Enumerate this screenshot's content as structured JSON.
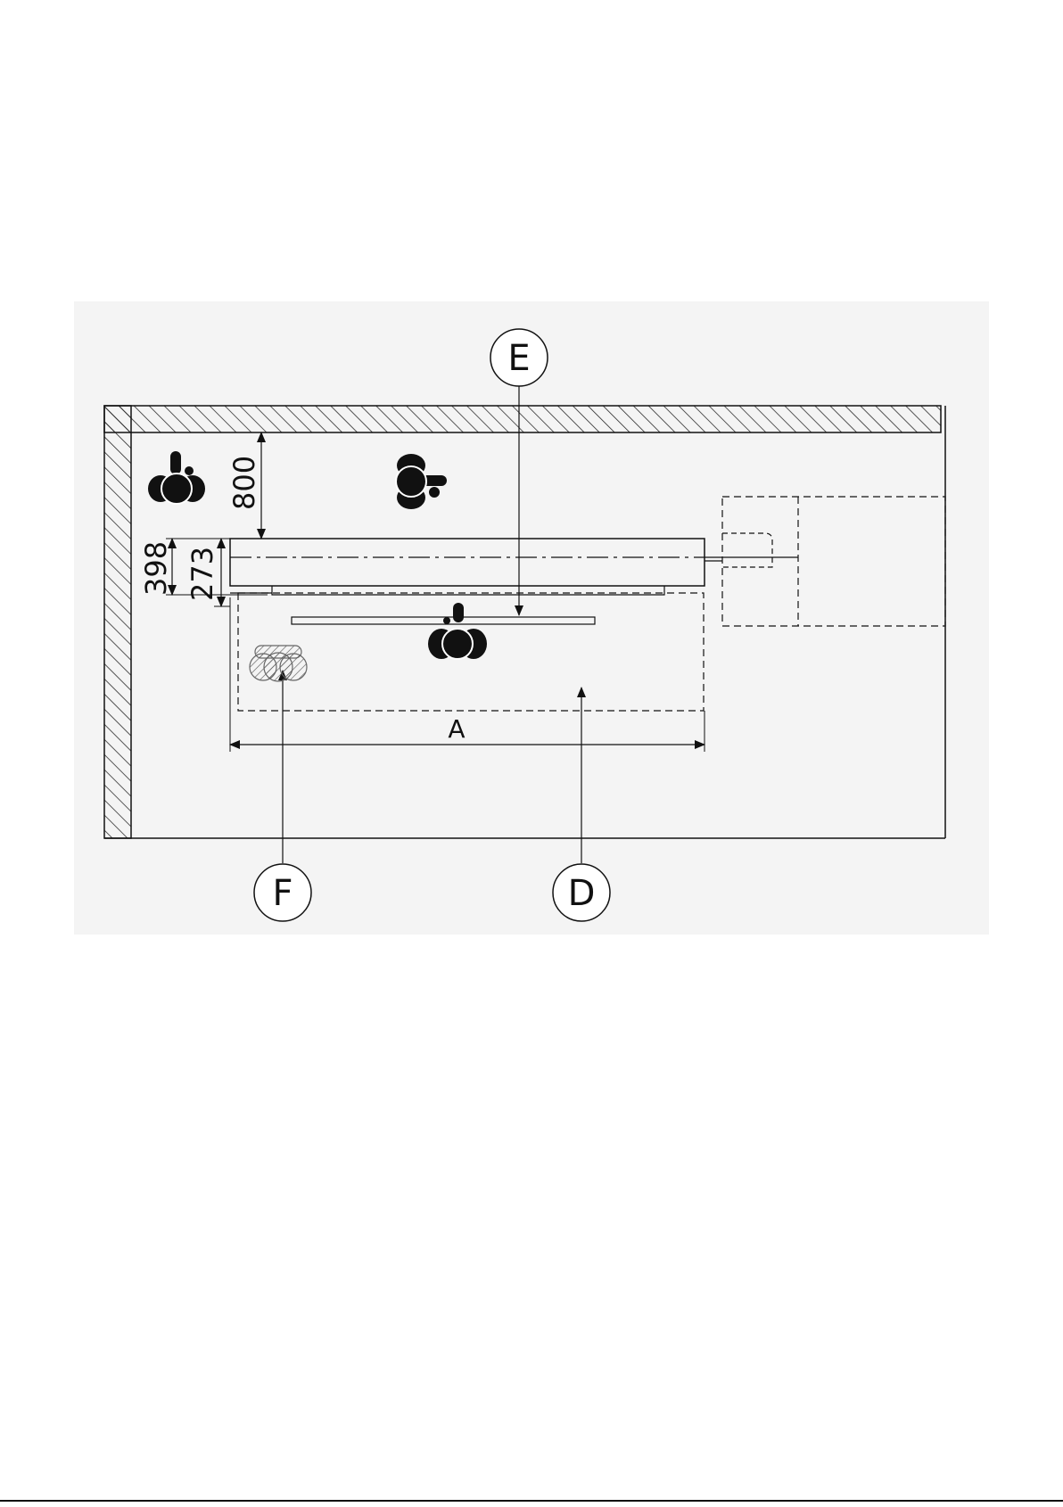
{
  "callouts": {
    "E": "E",
    "F": "F",
    "D": "D"
  },
  "dimensions": {
    "top_clearance": "800",
    "overall_depth": "398",
    "inner_depth": "273",
    "width_label": "A"
  },
  "colors": {
    "ink": "#111111",
    "panel_background": "#f4f4f4",
    "paper": "#ffffff"
  },
  "icons": [
    "person-top-view-icon",
    "person-top-view-icon",
    "person-top-view-icon",
    "ghost-person-icon"
  ]
}
